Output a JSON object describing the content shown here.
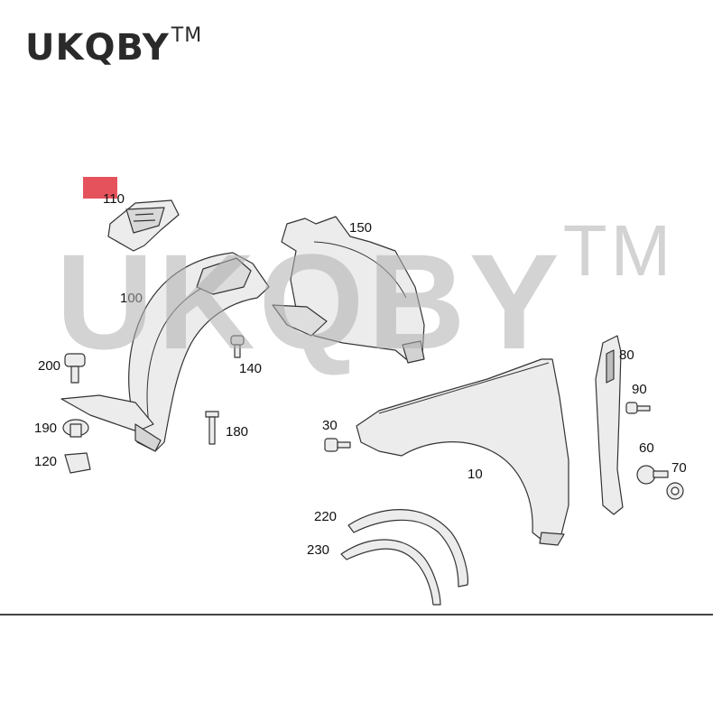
{
  "brand": {
    "name": "UKQBY",
    "tm": "TM"
  },
  "watermark": {
    "text": "UKQBY",
    "tm": "TM"
  },
  "parts": {
    "p110": "110",
    "p150": "150",
    "p100": "100",
    "p200": "200",
    "p140": "140",
    "p80": "80",
    "p90": "90",
    "p190": "190",
    "p180": "180",
    "p30": "30",
    "p60": "60",
    "p70": "70",
    "p120": "120",
    "p10": "10",
    "p220": "220",
    "p230": "230"
  },
  "colors": {
    "highlight": "#e5525c",
    "part_fill": "#ececec",
    "line": "#333333"
  }
}
